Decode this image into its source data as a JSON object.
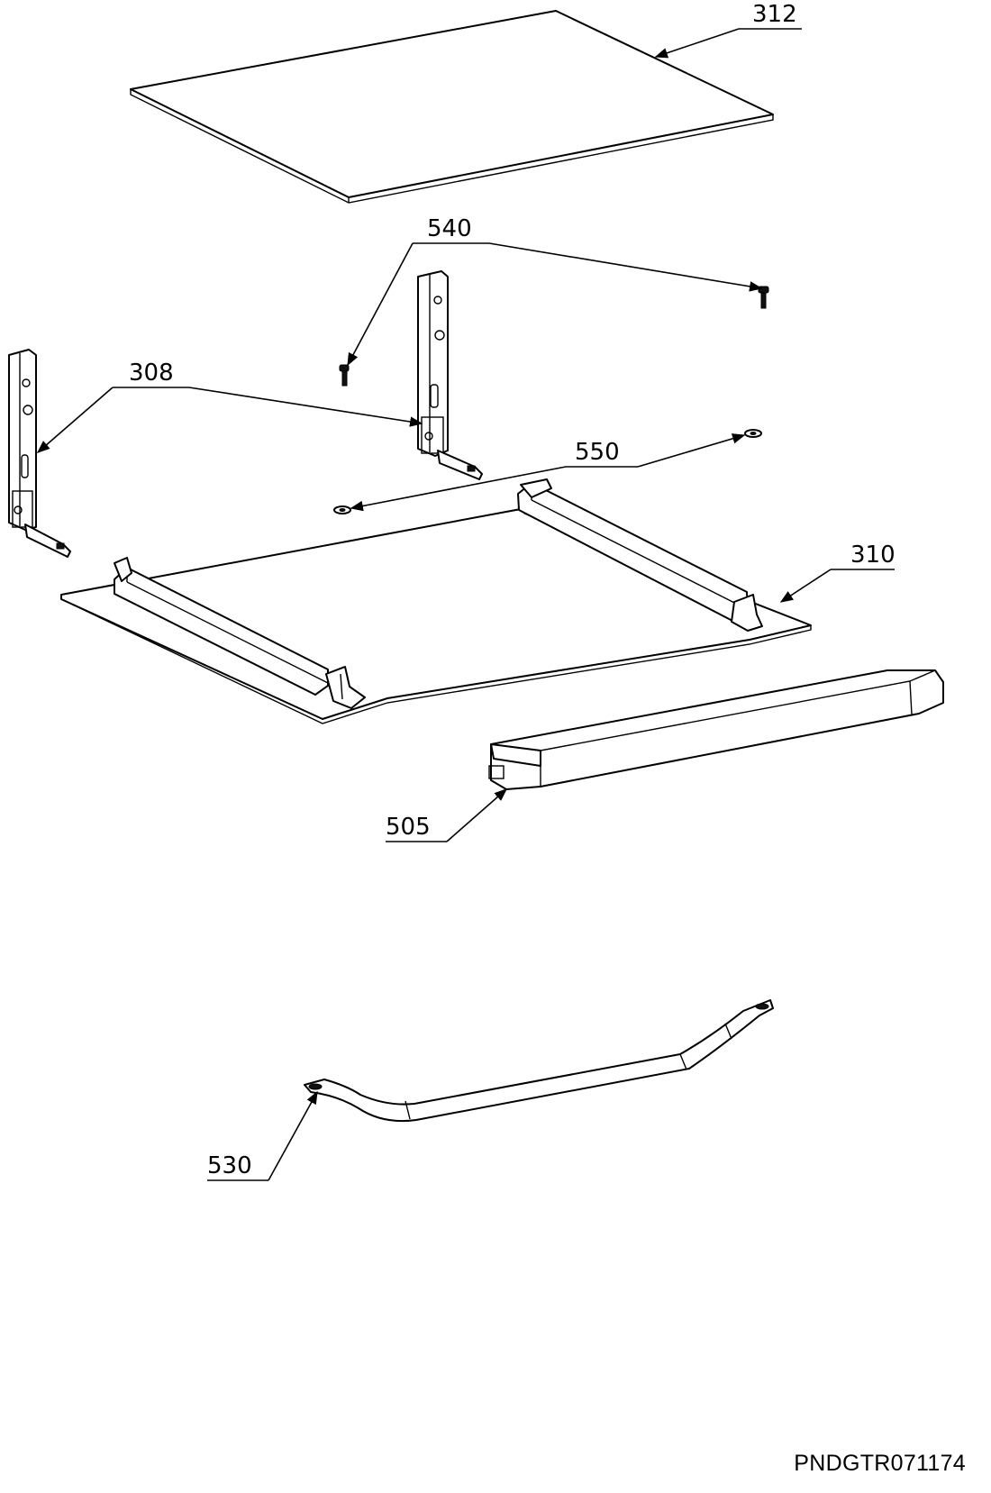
{
  "diagram": {
    "callouts": {
      "c312": "312",
      "c540": "540",
      "c308": "308",
      "c550": "550",
      "c310": "310",
      "c505": "505",
      "c530": "530"
    },
    "drawing_code": "PNDGTR071174"
  }
}
